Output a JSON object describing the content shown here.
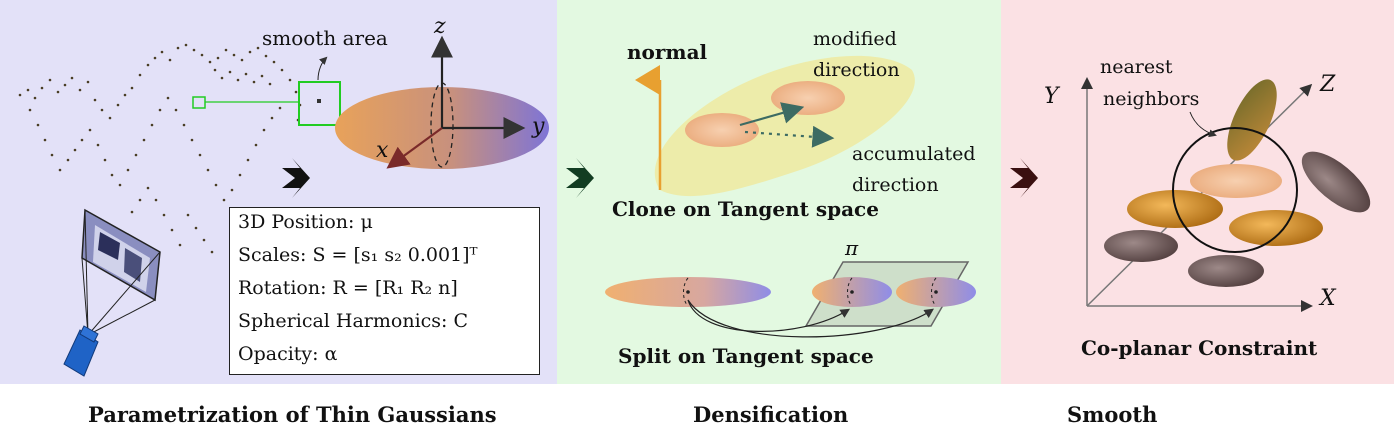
{
  "panel1": {
    "smooth_area_label": "smooth area",
    "axis_z": "z",
    "axis_y": "y",
    "axis_x": "x",
    "params": [
      "3D Position: μ",
      "Scales: S = [s₁ s₂ 0.001]ᵀ",
      "Rotation: R = [R₁ R₂ n]",
      "Spherical Harmonics: C",
      "Opacity: α"
    ]
  },
  "panel2": {
    "normal_label": "normal",
    "modified_label_1": "modified",
    "modified_label_2": "direction",
    "accumulated_label_1": "accumulated",
    "accumulated_label_2": "direction",
    "clone_label": "Clone on Tangent space",
    "pi_label": "π",
    "split_label": "Split on Tangent space"
  },
  "panel3": {
    "axis_Y": "Y",
    "axis_Z": "Z",
    "axis_X": "X",
    "neighbors_label_1": "nearest",
    "neighbors_label_2": "neighbors",
    "constraint_label": "Co-planar Constraint"
  },
  "captions": {
    "c1": "Parametrization of Thin Gaussians",
    "c2": "Densification",
    "c3": "Smooth"
  },
  "colors": {
    "panel1_bg": "#e3e1f8",
    "panel2_bg": "#e3f9e1",
    "panel3_bg": "#fbe1e4",
    "highlight_green": "#22cc22",
    "camera_blue": "#1f63c6"
  }
}
